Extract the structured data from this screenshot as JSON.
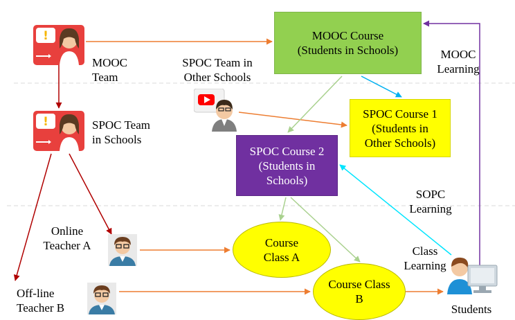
{
  "nodes": {
    "mooc_course": "MOOC Course\n(Students in Schools)",
    "spoc_course_1": "SPOC Course 1\n(Students in\nOther Schools)",
    "spoc_course_2": "SPOC Course 2\n(Students in\nSchools)",
    "course_class_a": "Course\nClass A",
    "course_class_b": "Course Class\nB"
  },
  "labels": {
    "mooc_team": "MOOC\nTeam",
    "spoc_team_other": "SPOC Team in\nOther Schools",
    "spoc_team_schools": "SPOC Team\nin Schools",
    "online_teacher_a": "Online\nTeacher A",
    "offline_teacher_b": "Off-line\nTeacher B",
    "mooc_learning": "MOOC\nLearning",
    "sopc_learning": "SOPC\nLearning",
    "class_learning": "Class\nLearning",
    "students": "Students"
  },
  "icons": {
    "mooc_team": "presenter-icon",
    "spoc_team_schools": "presenter-icon",
    "spoc_team_other": "video-presenter-icon",
    "online_teacher_a": "teacher-avatar-icon",
    "offline_teacher_b": "teacher-avatar-icon",
    "students": "student-computer-icon"
  },
  "colors": {
    "mooc_course_fill": "#92d050",
    "spoc_course_1_fill": "#ffff00",
    "spoc_course_2_fill": "#7030a0",
    "course_class_fill": "#ffff00",
    "orange_arrow": "#ed7d31",
    "darkred_arrow": "#b00000",
    "green_arrow": "#a9d18e",
    "blue_arrow": "#00b0f0",
    "cyan_arrow": "#00ffff",
    "purple_arrow": "#7030a0"
  }
}
